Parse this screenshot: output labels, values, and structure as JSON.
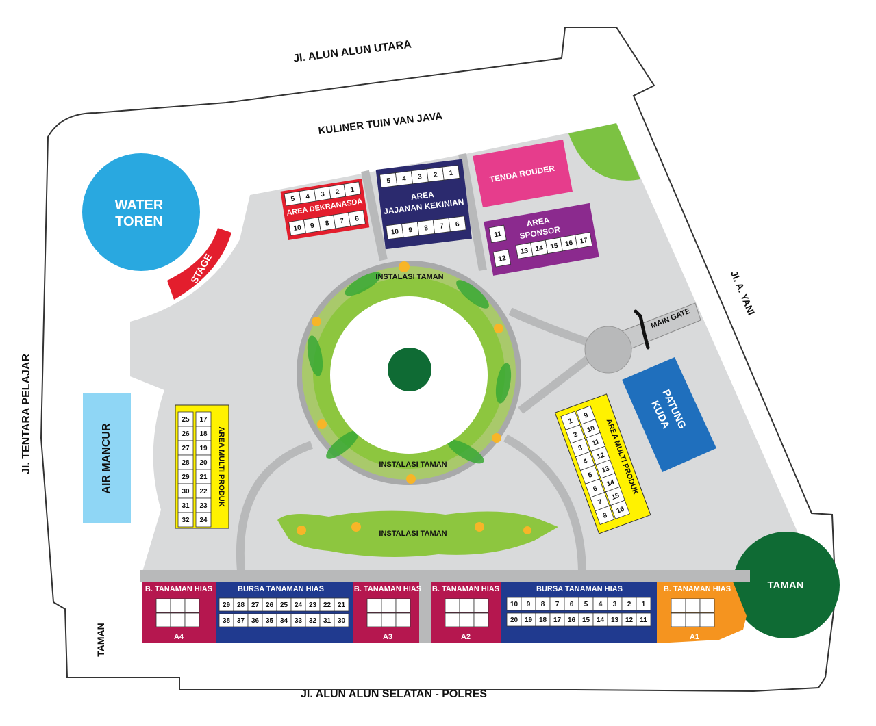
{
  "streets": {
    "north": "JI. ALUN ALUN UTARA",
    "east": "JI. A. YANI",
    "west": "JI. TENTARA PELAJAR",
    "south": "JI. ALUN ALUN SELATAN - POLRES"
  },
  "areas": {
    "kuliner": "KULINER TUIN VAN JAVA",
    "water_toren": [
      "WATER",
      "TOREN"
    ],
    "stage": "STAGE",
    "air_mancur": "AIR MANCUR",
    "tenda_rouder": "TENDA ROUDER",
    "patung_kuda": [
      "PATUNG",
      "KUDA"
    ],
    "main_gate": "MAIN GATE",
    "taman_right": "TAMAN",
    "taman_left": "TAMAN",
    "instalasi_top": "INSTALASI TAMAN",
    "instalasi_mid": "INSTALASI TAMAN",
    "instalasi_bottom": "INSTALASI TAMAN"
  },
  "dekranasda": {
    "title": "AREA DEKRANASDA",
    "top": [
      "5",
      "4",
      "3",
      "2",
      "1"
    ],
    "bottom": [
      "10",
      "9",
      "8",
      "7",
      "6"
    ],
    "color": "#e31e2d"
  },
  "jajanan": {
    "title": [
      "AREA",
      "JAJANAN KEKINIAN"
    ],
    "top": [
      "5",
      "4",
      "3",
      "2",
      "1"
    ],
    "bottom": [
      "10",
      "9",
      "8",
      "7",
      "6"
    ],
    "color": "#2b2a6e"
  },
  "sponsor": {
    "title": [
      "AREA",
      "SPONSOR"
    ],
    "left": [
      "11",
      "12"
    ],
    "row": [
      "13",
      "14",
      "15",
      "16",
      "17"
    ],
    "color": "#8b2a8e"
  },
  "multi_left": {
    "title": "AREA MULTI PRODUK",
    "col1": [
      "25",
      "26",
      "27",
      "28",
      "29",
      "30",
      "31",
      "32"
    ],
    "col2": [
      "17",
      "18",
      "19",
      "20",
      "21",
      "22",
      "23",
      "24"
    ],
    "color": "#fff200"
  },
  "multi_right": {
    "title": "AREA MULTI PRODUK",
    "col1": [
      "1",
      "2",
      "3",
      "4",
      "5",
      "6",
      "7",
      "8"
    ],
    "col2": [
      "9",
      "10",
      "11",
      "12",
      "13",
      "14",
      "15",
      "16"
    ],
    "color": "#fff200"
  },
  "bottom_row": {
    "a4": {
      "title": "B. TANAMAN HIAS",
      "code": "A4"
    },
    "bursa_left": {
      "title": "BURSA TANAMAN HIAS",
      "top": [
        "29",
        "28",
        "27",
        "26",
        "25",
        "24",
        "23",
        "22",
        "21"
      ],
      "bottom": [
        "38",
        "37",
        "36",
        "35",
        "34",
        "33",
        "32",
        "31",
        "30"
      ]
    },
    "a3": {
      "title": "B. TANAMAN HIAS",
      "code": "A3"
    },
    "a2": {
      "title": "B. TANAMAN HIAS",
      "code": "A2"
    },
    "bursa_right": {
      "title": "BURSA TANAMAN HIAS",
      "top": [
        "10",
        "9",
        "8",
        "7",
        "6",
        "5",
        "4",
        "3",
        "2",
        "1"
      ],
      "bottom": [
        "20",
        "19",
        "18",
        "17",
        "16",
        "15",
        "14",
        "13",
        "12",
        "11"
      ]
    },
    "a1": {
      "title": "B. TANAMAN HIAS",
      "code": "A1"
    },
    "colors": {
      "maroon": "#b5174f",
      "navy": "#203a8f",
      "orange": "#f5941f"
    }
  },
  "colors": {
    "water_toren": "#29a8e0",
    "air_mancur": "#8fd6f5",
    "tenda_rouder": "#e63d8c",
    "patung_kuda": "#1f6fbd",
    "taman": "#0f6b34",
    "grass": "#7cc242",
    "plaza": "#d9dadb"
  }
}
